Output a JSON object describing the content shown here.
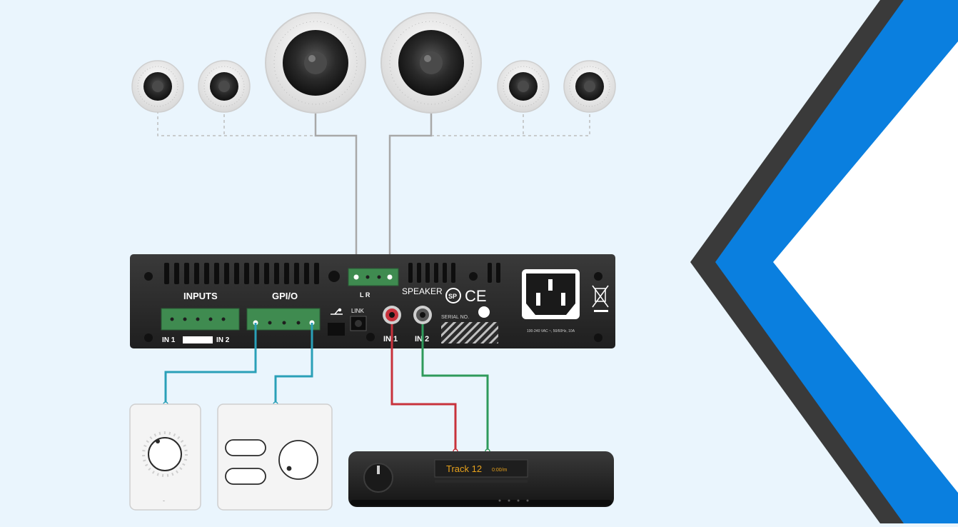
{
  "colors": {
    "background": "#eaf5fd",
    "chevron_dark": "#3a3a3a",
    "chevron_blue": "#0a7fdf",
    "chevron_inner": "#ffffff",
    "amp_body": "#2b2b2b",
    "terminal_green": "#3f8b50",
    "cable_gray": "#a8a8a8",
    "cable_teal": "#2aa0b8",
    "cable_red": "#c8323c",
    "cable_green": "#2f9a5b",
    "display_amber": "#e8a21c"
  },
  "amplifier": {
    "inputs_label": "INPUTS",
    "gpio_label": "GPI/O",
    "speaker_label": "SPEAKER",
    "in1_label": "IN 1",
    "in2_label": "IN 2",
    "rca_in1_label": "IN 1",
    "rca_in2_label": "IN 2",
    "link_label": "LINK",
    "speaker_terminal_label": "L  R",
    "power_label": "100-240 VAC ~, 50/60Hz, 10A",
    "serial_label": "SERIAL NO."
  },
  "player": {
    "display_text": "Track 12",
    "display_subtext": "0:00/m"
  },
  "icons": {
    "speaker": "ceiling-speaker-icon",
    "volume": "volume-knob-icon",
    "selector": "source-selector-icon",
    "usb": "usb-icon",
    "power_inlet": "power-inlet-icon",
    "weee": "weee-bin-icon",
    "ce": "ce-mark-icon",
    "csa": "csa-mark-icon",
    "chevron": "chevron-left-icon"
  }
}
